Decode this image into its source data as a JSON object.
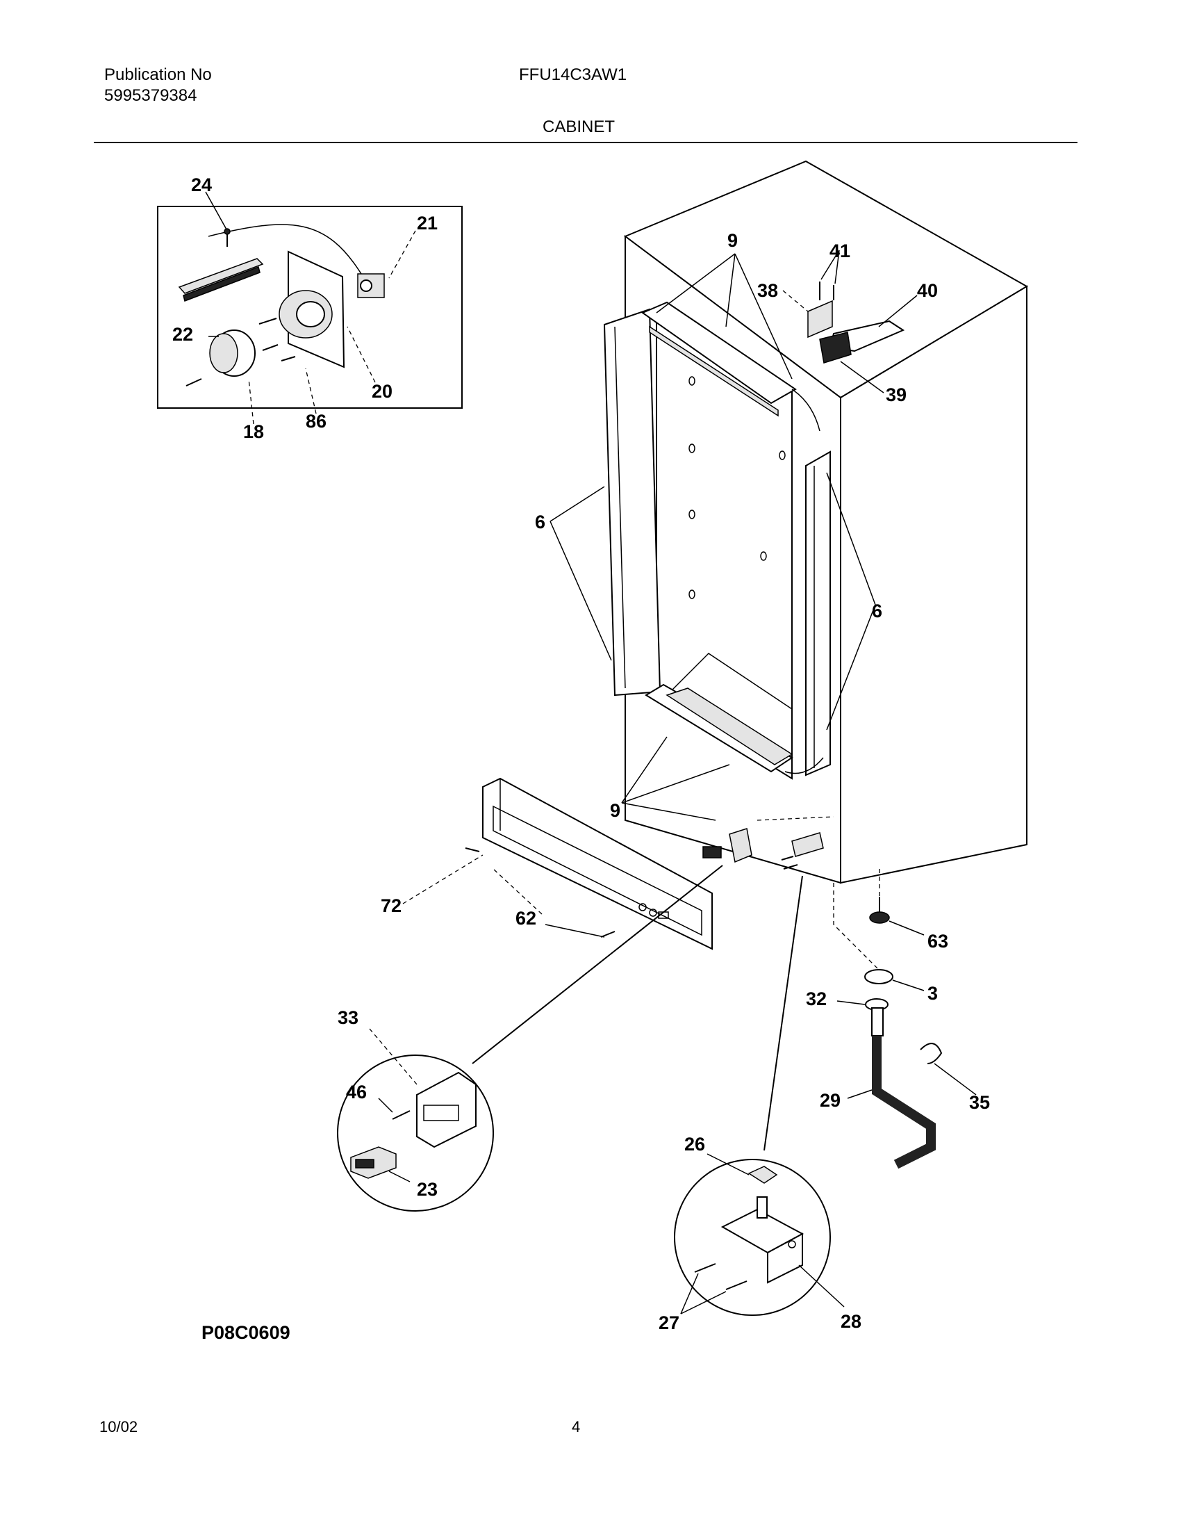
{
  "header": {
    "publication_label": "Publication No",
    "publication_number": "5995379384",
    "model": "FFU14C3AW1",
    "section_title": "CABINET"
  },
  "footer": {
    "date": "10/02",
    "page": "4"
  },
  "diagram_code": "P08C0609",
  "callouts": {
    "p24": "24",
    "p21": "21",
    "p22": "22",
    "p20": "20",
    "p18": "18",
    "p86": "86",
    "p9_top": "9",
    "p9_bottom": "9",
    "p41": "41",
    "p38": "38",
    "p40": "40",
    "p39": "39",
    "p6_left": "6",
    "p6_right": "6",
    "p72": "72",
    "p62": "62",
    "p63": "63",
    "p3": "3",
    "p32": "32",
    "p33": "33",
    "p46": "46",
    "p23": "23",
    "p29": "29",
    "p35": "35",
    "p26": "26",
    "p27": "27",
    "p28": "28"
  }
}
